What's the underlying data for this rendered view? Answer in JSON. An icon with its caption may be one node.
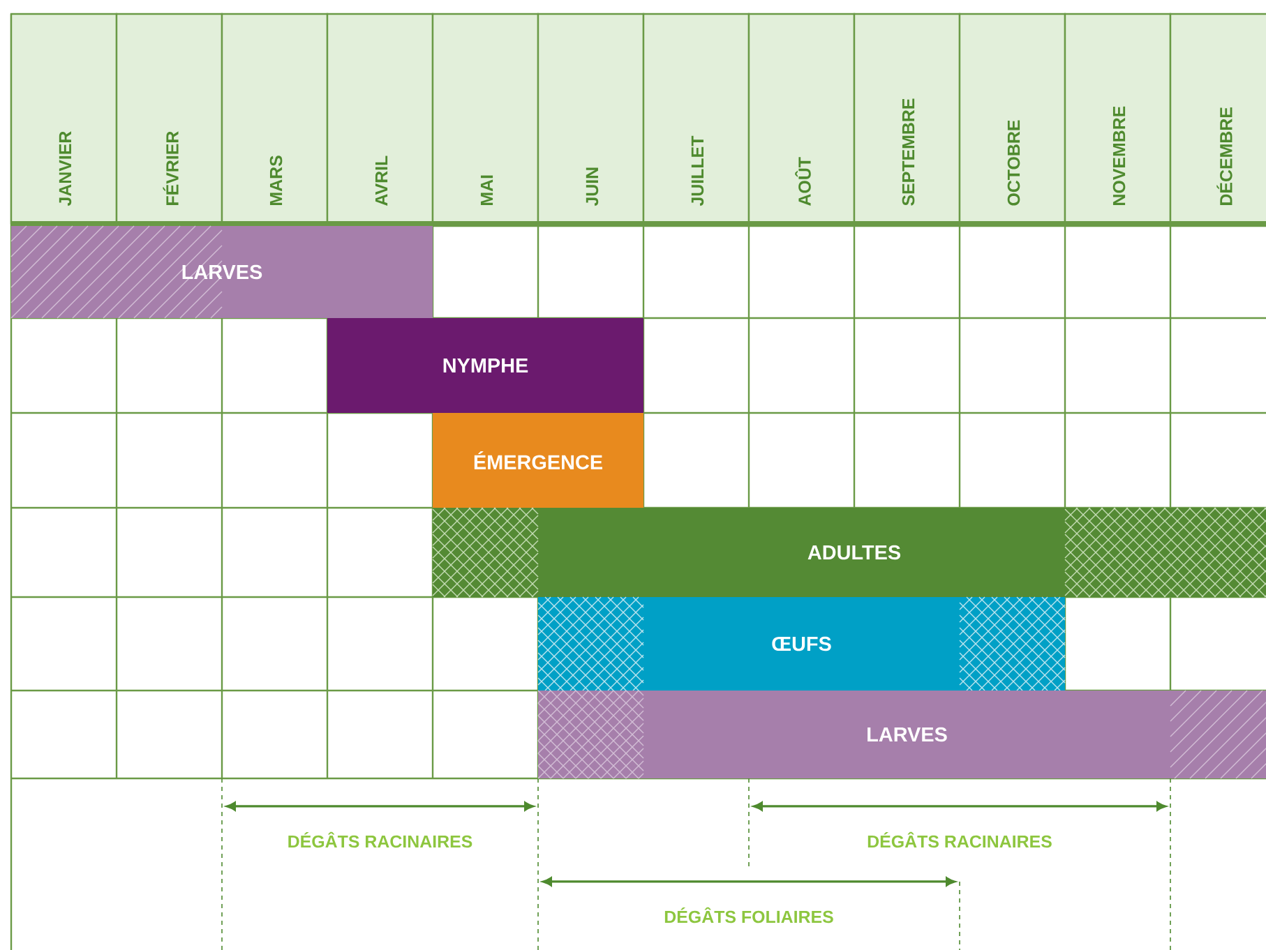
{
  "diagram": {
    "nodes": [
      {
        "text": [
          "JANVIER"
        ]
      },
      {
        "text": [
          "FÉVRIER"
        ]
      },
      {
        "text": [
          "MARS"
        ]
      },
      {
        "text": [
          "AVRIL"
        ]
      },
      {
        "text": [
          "MAI"
        ]
      },
      {
        "text": [
          "JUIN"
        ]
      },
      {
        "text": [
          "JUILLET"
        ]
      },
      {
        "text": [
          "AOÛT"
        ]
      },
      {
        "text": [
          "SEPTEMBRE"
        ]
      },
      {
        "text": [
          "OCTOBRE"
        ]
      },
      {
        "text": [
          "NOVEMBRE"
        ]
      },
      {
        "text": [
          "DÉCEMBRE"
        ]
      },
      {
        "text": [
          "LARVES"
        ]
      },
      {
        "text": [
          "NYMPHE"
        ]
      },
      {
        "text": [
          "ÉMERGENCE"
        ]
      },
      {
        "text": [
          "ADULTES"
        ]
      },
      {
        "text": [
          "ŒUFS"
        ]
      },
      {
        "text": [
          "LARVES"
        ]
      }
    ],
    "labels": [
      "DÉGÂTS RACINAIRES",
      "DÉGÂTS RACINAIRES",
      "DÉGÂTS FOLIAIRES"
    ]
  }
}
